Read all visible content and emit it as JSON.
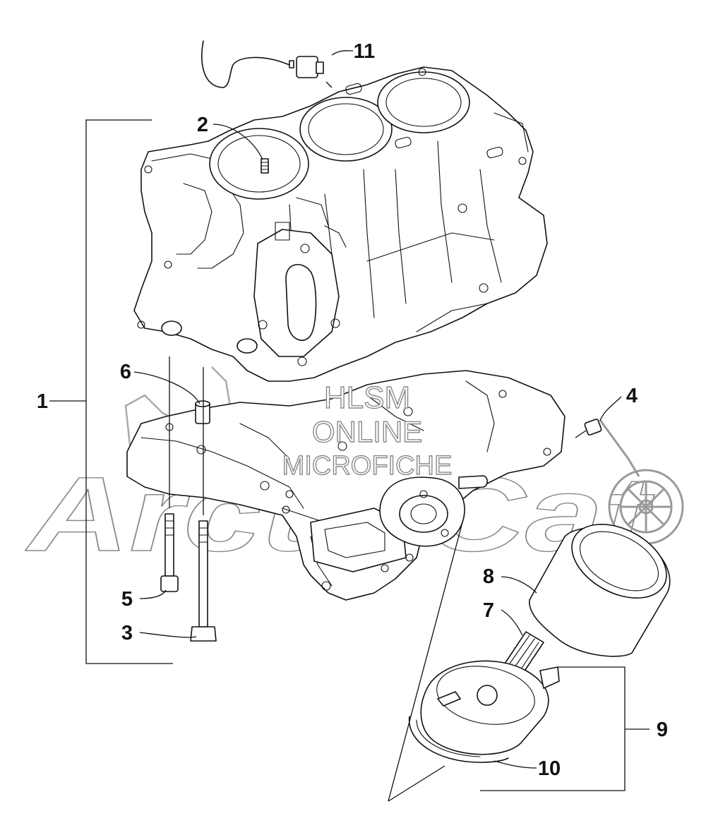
{
  "watermark": {
    "brand_text": "ArcticCat",
    "center_lines": [
      "HLSM",
      "ONLINE",
      "MICROFICHE"
    ]
  },
  "callouts": [
    {
      "id": "1",
      "label": "1"
    },
    {
      "id": "2",
      "label": "2"
    },
    {
      "id": "3",
      "label": "3"
    },
    {
      "id": "4",
      "label": "4"
    },
    {
      "id": "5",
      "label": "5"
    },
    {
      "id": "6",
      "label": "6"
    },
    {
      "id": "7",
      "label": "7"
    },
    {
      "id": "8",
      "label": "8"
    },
    {
      "id": "9",
      "label": "9"
    },
    {
      "id": "10",
      "label": "10"
    },
    {
      "id": "11",
      "label": "11"
    }
  ]
}
